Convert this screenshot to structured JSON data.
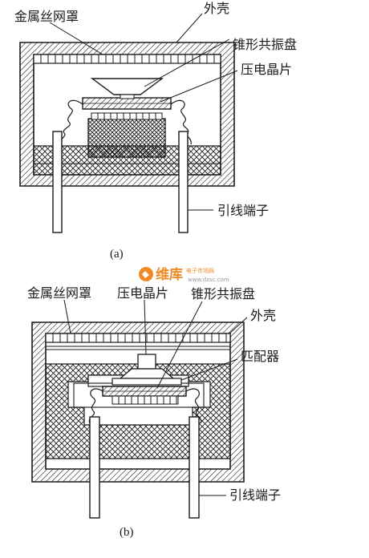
{
  "diagram_a": {
    "labels": {
      "wire_mesh": "金属丝网罩",
      "housing": "外壳",
      "cone": "锥形共振盘",
      "crystal": "压电晶片",
      "terminal": "引线端子"
    },
    "caption": "(a)"
  },
  "diagram_b": {
    "labels": {
      "wire_mesh": "金属丝网罩",
      "crystal": "压电晶片",
      "cone": "锥形共振盘",
      "housing": "外壳",
      "matcher": "匹配器",
      "terminal": "引线端子"
    },
    "caption": "(b)"
  },
  "watermark": {
    "brand": "维库",
    "site_name": "电子市场网",
    "url": "www.dzsc.com"
  },
  "colors": {
    "ink": "#1a1a1a",
    "watermark_orange": "#f08a24",
    "watermark_gray": "#9a9a9a"
  }
}
